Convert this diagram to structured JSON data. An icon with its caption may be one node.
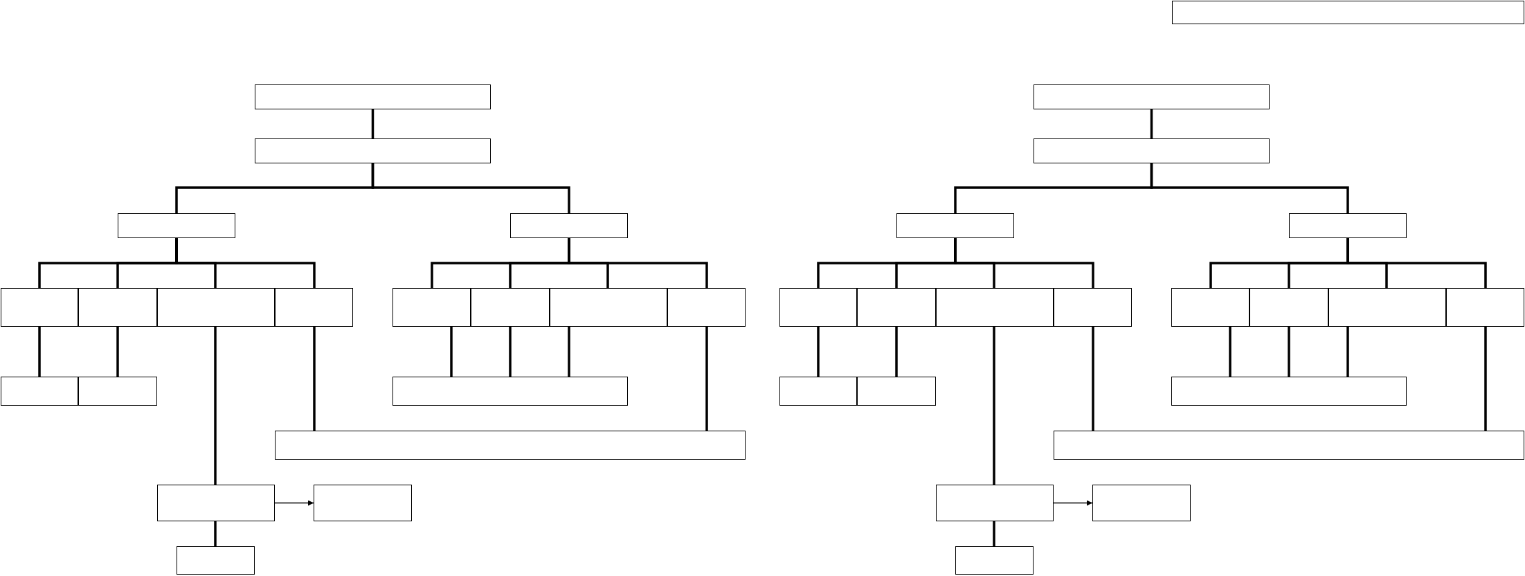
{
  "diagram": {
    "nodes": [
      {
        "text": [],
        "shape": "box"
      },
      {
        "text": [],
        "shape": "box"
      },
      {
        "text": [],
        "shape": "box"
      },
      {
        "text": [],
        "shape": "box"
      },
      {
        "text": [],
        "shape": "box"
      },
      {
        "text": [],
        "shape": "box"
      },
      {
        "text": [],
        "shape": "box"
      },
      {
        "text": [],
        "shape": "box"
      },
      {
        "text": [],
        "shape": "box"
      },
      {
        "text": [],
        "shape": "box"
      },
      {
        "text": [],
        "shape": "box"
      },
      {
        "text": [],
        "shape": "box"
      },
      {
        "text": [],
        "shape": "box"
      },
      {
        "text": [],
        "shape": "box"
      },
      {
        "text": [],
        "shape": "box"
      },
      {
        "text": [],
        "shape": "box"
      },
      {
        "text": [],
        "shape": "box"
      },
      {
        "text": [],
        "shape": "box"
      },
      {
        "text": [],
        "shape": "box"
      },
      {
        "text": [],
        "shape": "box"
      },
      {
        "text": [],
        "shape": "box"
      },
      {
        "text": [],
        "shape": "box"
      },
      {
        "text": [],
        "shape": "box"
      },
      {
        "text": [],
        "shape": "box"
      },
      {
        "text": [],
        "shape": "box"
      },
      {
        "text": [],
        "shape": "box"
      },
      {
        "text": [],
        "shape": "box"
      },
      {
        "text": [],
        "shape": "box"
      },
      {
        "text": [],
        "shape": "box"
      },
      {
        "text": [],
        "shape": "box"
      },
      {
        "text": [],
        "shape": "box"
      },
      {
        "text": [],
        "shape": "box"
      },
      {
        "text": [],
        "shape": "box"
      },
      {
        "text": [],
        "shape": "box"
      },
      {
        "text": [],
        "shape": "box"
      },
      {
        "text": [],
        "shape": "box"
      },
      {
        "text": [],
        "shape": "box"
      },
      {
        "text": [],
        "shape": "box"
      },
      {
        "text": [],
        "shape": "box"
      }
    ],
    "edges": [
      {
        "from": 1,
        "to": 2,
        "arrow": "none"
      },
      {
        "from": 2,
        "to": 3,
        "arrow": "none"
      },
      {
        "from": 2,
        "to": 4,
        "arrow": "none"
      },
      {
        "from": 3,
        "to": 5,
        "arrow": "none"
      },
      {
        "from": 3,
        "to": 6,
        "arrow": "none"
      },
      {
        "from": 3,
        "to": 7,
        "arrow": "none"
      },
      {
        "from": 3,
        "to": 8,
        "arrow": "none"
      },
      {
        "from": 4,
        "to": 9,
        "arrow": "none"
      },
      {
        "from": 4,
        "to": 10,
        "arrow": "none"
      },
      {
        "from": 4,
        "to": 11,
        "arrow": "none"
      },
      {
        "from": 4,
        "to": 12,
        "arrow": "none"
      },
      {
        "from": 5,
        "to": 13,
        "arrow": "none"
      },
      {
        "from": 6,
        "to": 14,
        "arrow": "none"
      },
      {
        "from": 9,
        "to": 15,
        "arrow": "none"
      },
      {
        "from": 10,
        "to": 15,
        "arrow": "none"
      },
      {
        "from": 11,
        "to": 15,
        "arrow": "none"
      },
      {
        "from": 8,
        "to": 16,
        "arrow": "none"
      },
      {
        "from": 12,
        "to": 16,
        "arrow": "none"
      },
      {
        "from": 7,
        "to": 17,
        "arrow": "none"
      },
      {
        "from": 17,
        "to": 18,
        "arrow": "to"
      },
      {
        "from": 17,
        "to": 19,
        "arrow": "none"
      },
      {
        "from": 20,
        "to": 21,
        "arrow": "none"
      },
      {
        "from": 21,
        "to": 22,
        "arrow": "none"
      },
      {
        "from": 21,
        "to": 23,
        "arrow": "none"
      },
      {
        "from": 22,
        "to": 24,
        "arrow": "none"
      },
      {
        "from": 22,
        "to": 25,
        "arrow": "none"
      },
      {
        "from": 22,
        "to": 26,
        "arrow": "none"
      },
      {
        "from": 22,
        "to": 27,
        "arrow": "none"
      },
      {
        "from": 23,
        "to": 28,
        "arrow": "none"
      },
      {
        "from": 23,
        "to": 29,
        "arrow": "none"
      },
      {
        "from": 23,
        "to": 30,
        "arrow": "none"
      },
      {
        "from": 23,
        "to": 31,
        "arrow": "none"
      },
      {
        "from": 24,
        "to": 32,
        "arrow": "none"
      },
      {
        "from": 25,
        "to": 33,
        "arrow": "none"
      },
      {
        "from": 28,
        "to": 34,
        "arrow": "none"
      },
      {
        "from": 29,
        "to": 34,
        "arrow": "none"
      },
      {
        "from": 30,
        "to": 34,
        "arrow": "none"
      },
      {
        "from": 27,
        "to": 35,
        "arrow": "none"
      },
      {
        "from": 31,
        "to": 35,
        "arrow": "none"
      },
      {
        "from": 26,
        "to": 36,
        "arrow": "none"
      },
      {
        "from": 36,
        "to": 37,
        "arrow": "to"
      },
      {
        "from": 36,
        "to": 38,
        "arrow": "none"
      }
    ]
  }
}
